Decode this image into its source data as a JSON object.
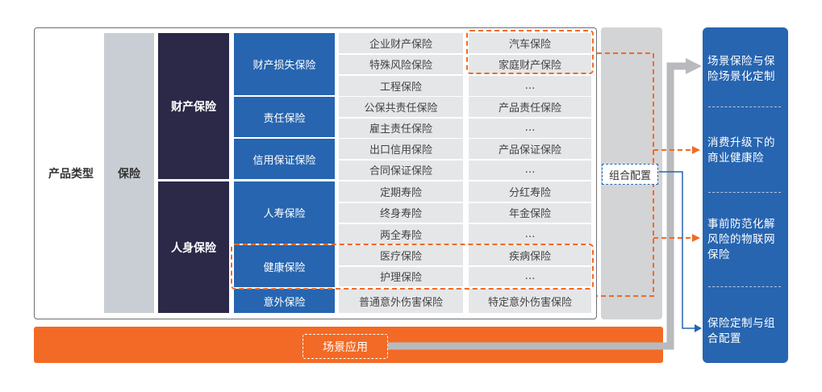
{
  "diagram": {
    "product_type_label": "产品类型",
    "insurance_label": "保险",
    "categories": [
      {
        "name": "财产保险"
      },
      {
        "name": "人身保险"
      }
    ],
    "subcategories": [
      {
        "name": "财产损失保险",
        "category": "财产保险"
      },
      {
        "name": "责任保险",
        "category": "财产保险"
      },
      {
        "name": "信用保证保险",
        "category": "财产保险"
      },
      {
        "name": "人寿保险",
        "category": "人身保险"
      },
      {
        "name": "健康保险",
        "category": "人身保险"
      },
      {
        "name": "意外保险",
        "category": "人身保险"
      }
    ],
    "rows": [
      {
        "sub": "财产损失保险",
        "col1": "企业财产保险",
        "col2": "汽车保险"
      },
      {
        "sub": "财产损失保险",
        "col1": "特殊风险保险",
        "col2": "家庭财产保险"
      },
      {
        "sub": "财产损失保险",
        "col1": "工程保险",
        "col2": "…"
      },
      {
        "sub": "责任保险",
        "col1": "公保共责任保险",
        "col2": "产品责任保险"
      },
      {
        "sub": "责任保险",
        "col1": "雇主责任保险",
        "col2": "…"
      },
      {
        "sub": "信用保证保险",
        "col1": "出口信用保险",
        "col2": "产品保证保险"
      },
      {
        "sub": "信用保证保险",
        "col1": "合同保证保险",
        "col2": "…"
      },
      {
        "sub": "人寿保险",
        "col1": "定期寿险",
        "col2": "分红寿险"
      },
      {
        "sub": "人寿保险",
        "col1": "终身寿险",
        "col2": "年金保险"
      },
      {
        "sub": "人寿保险",
        "col1": "两全寿险",
        "col2": "…"
      },
      {
        "sub": "健康保险",
        "col1": "医疗保险",
        "col2": "疾病保险"
      },
      {
        "sub": "健康保险",
        "col1": "护理保险",
        "col2": "…"
      },
      {
        "sub": "意外保险",
        "col1": "普通意外伤害保险",
        "col2": "特定意外伤害保险"
      }
    ],
    "combo_label": "组合配置",
    "scene_label": "场景应用",
    "outcomes": [
      {
        "text": "场景保险与保险场景化定制",
        "line1": "场景保险与保",
        "line2": "险场景化定制"
      },
      {
        "text": "消费升级下的商业健康险",
        "line1": "消费升级下的",
        "line2": "商业健康险"
      },
      {
        "text": "事前防范化解风险的物联网保险",
        "line1": "事前防范化解",
        "line2": "风险的物联网",
        "line3": "保险"
      },
      {
        "text": "保险定制与组合配置",
        "line1": "保险定制与组",
        "line2": "合配置"
      }
    ],
    "colors": {
      "orange": "#f26a25",
      "blue": "#2765b0",
      "navy": "#2c2848",
      "gray_cell": "#e5e6e8",
      "gray_column": "#d3d4d6",
      "insurance_column": "#c9ced4",
      "connector_gray": "#b9babd"
    }
  }
}
